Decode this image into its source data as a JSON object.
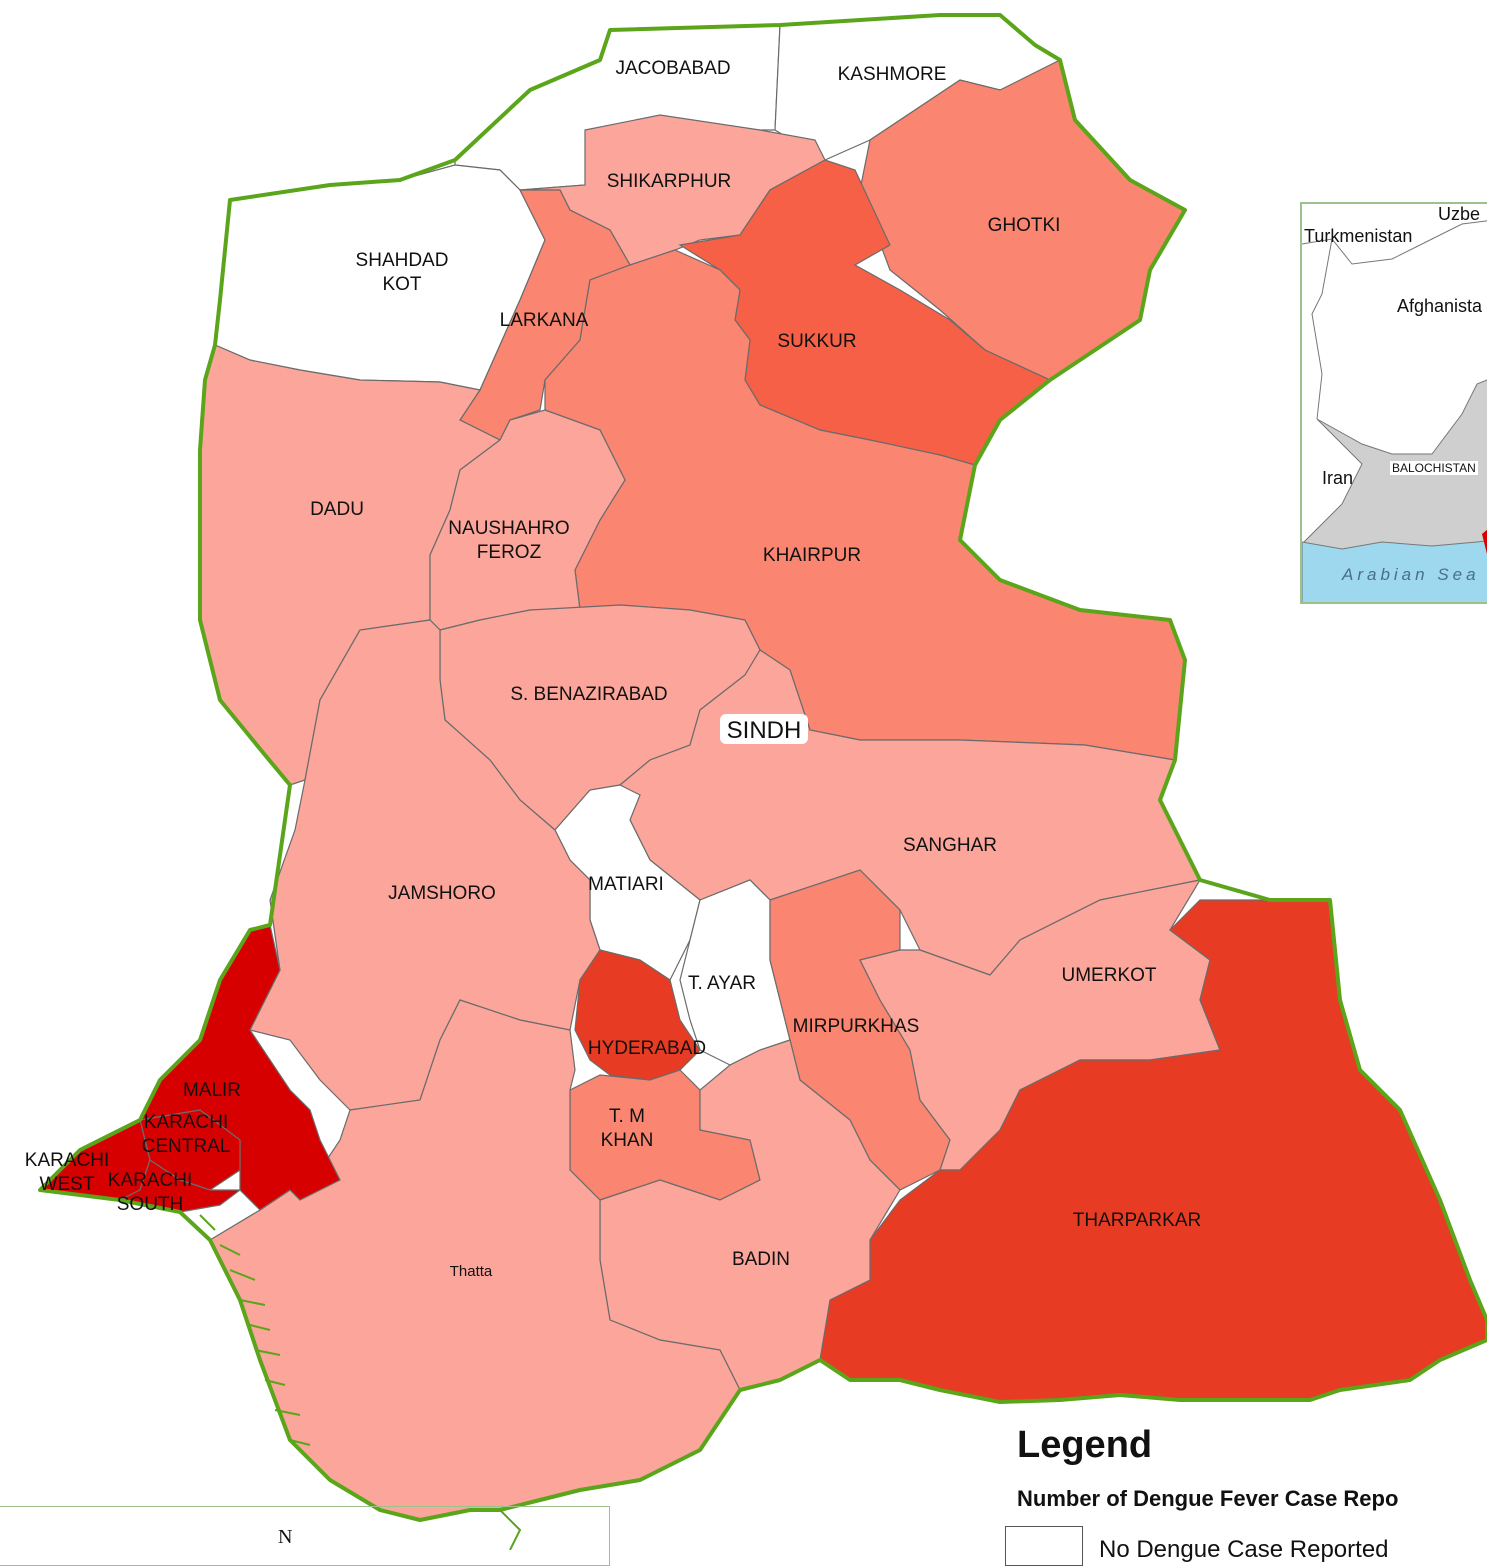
{
  "colors": {
    "none": "#ffffff",
    "light": "#fba59b",
    "medium": "#fa8570",
    "dark": "#f56047",
    "darker": "#e73b23",
    "darkest": "#d70000",
    "boundary": "#5aa51a",
    "water": "#9dd8ee",
    "neighbor": "#cfcfcf"
  },
  "province_label": "SINDH",
  "districts": {
    "jacobabad": "JACOBABAD",
    "kashmore": "KASHMORE",
    "shikarpur": "SHIKARPHUR",
    "ghotki": "GHOTKI",
    "shahdad_kot_1": "SHAHDAD",
    "shahdad_kot_2": "KOT",
    "larkana": "LARKANA",
    "sukkur": "SUKKUR",
    "dadu": "DADU",
    "naushahro_1": "NAUSHAHRO",
    "naushahro_2": "FEROZ",
    "khairpur": "KHAIRPUR",
    "benazirabad": "S. BENAZIRABAD",
    "sanghar": "SANGHAR",
    "jamshoro": "JAMSHORO",
    "matiari": "MATIARI",
    "tayar": "T. AYAR",
    "umerkot": "UMERKOT",
    "mirpurkhas": "MIRPURKHAS",
    "hyderabad": "HYDERABAD",
    "malir": "MALIR",
    "tmkhan_1": "T. M",
    "tmkhan_2": "KHAN",
    "karachi_central_1": "KARACHI",
    "karachi_central_2": "CENTRAL",
    "karachi_west_1": "KARACHI",
    "karachi_west_2": "WEST",
    "karachi_south_1": "KARACHI",
    "karachi_south_2": "SOUTH",
    "tharparkar": "THARPARKAR",
    "thatta": "Thatta",
    "badin": "BADIN"
  },
  "inset": {
    "uzbekistan": "Uzbe",
    "turkmenistan": "Turkmenistan",
    "afghanistan": "Afghanista",
    "iran": "Iran",
    "balochistan": "BALOCHISTAN",
    "sea": "Arabian Sea"
  },
  "legend": {
    "title": "Legend",
    "subtitle": "Number of  Dengue Fever Case Repo",
    "item_none": "No Dengue Case Reported"
  },
  "north_arrow_label": "N"
}
